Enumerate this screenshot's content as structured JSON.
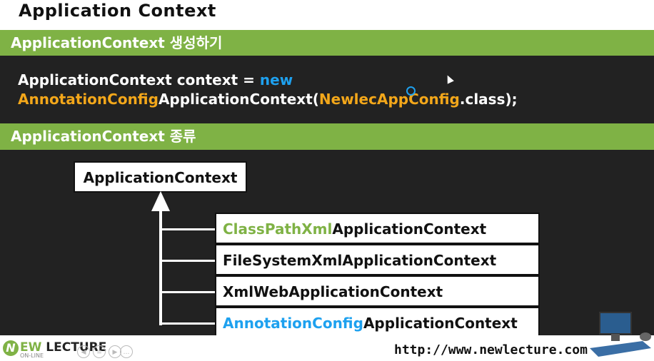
{
  "title": "Application Context",
  "section1": {
    "heading": "ApplicationContext 생성하기",
    "code_line1_a": "ApplicationContext context = ",
    "code_line1_kw": "new",
    "code_line2_a": "AnnotationConfig",
    "code_line2_b": "ApplicationContext(",
    "code_line2_c": "NewlecAppConfig",
    "code_line2_d": ".class);"
  },
  "section2": {
    "heading": "ApplicationContext 종류",
    "root": "ApplicationContext",
    "items": [
      {
        "prefix": "ClassPathXml",
        "suffix": "ApplicationContext",
        "prefix_color": "#7fb245"
      },
      {
        "prefix": "",
        "suffix": "FileSystemXmlApplicationContext",
        "prefix_color": ""
      },
      {
        "prefix": "",
        "suffix": "XmlWebApplicationContext",
        "prefix_color": ""
      },
      {
        "prefix": "AnnotationConfig",
        "suffix": "ApplicationContext",
        "prefix_color": "#1ea1ef"
      }
    ]
  },
  "footer": {
    "logo_letter": "N",
    "logo_ew": "EW",
    "logo_lecture": "LECTURE",
    "logo_sub": "ON-LINE",
    "url": "http://www.newlecture.com"
  },
  "colors": {
    "accent_green": "#7fb245",
    "accent_blue": "#1ea1ef",
    "accent_orange": "#f3a71a",
    "dark_bg": "#222222"
  }
}
